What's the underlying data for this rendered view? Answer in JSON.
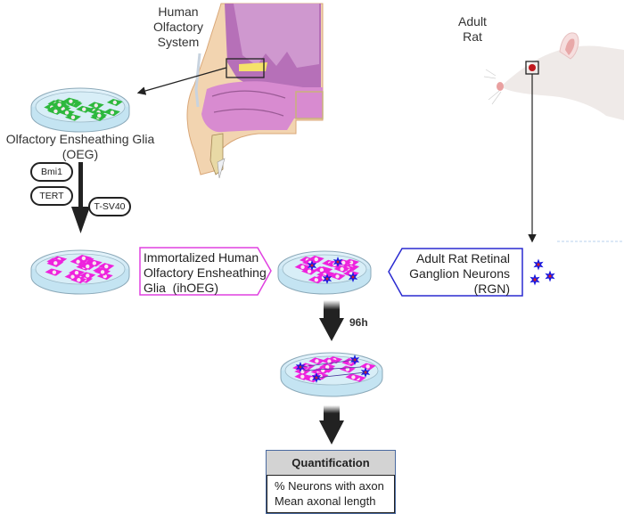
{
  "title_human": [
    "Human",
    "Olfactory",
    "System"
  ],
  "title_rat": [
    "Adult",
    "Rat"
  ],
  "oeg_label": [
    "Olfactory Ensheathing Glia",
    "(OEG)"
  ],
  "factors": [
    "Bmi1",
    "TERT",
    "T-SV40"
  ],
  "ihoeg_label": [
    "Immortalized Human",
    "Olfactory Ensheathing",
    "Glia  (ihOEG)"
  ],
  "rgn_label": [
    "Adult Rat Retinal",
    "Ganglion Neurons",
    "(RGN)"
  ],
  "time_label": "96h",
  "quantification": {
    "header": "Quantification",
    "items": [
      "% Neurons with axon",
      "Mean axonal length"
    ]
  },
  "colors": {
    "oeg_cells": "#2db83d",
    "ihoeg_cells": "#ee22dd",
    "neurons": "#1a1adf",
    "ihoeg_border": "#e040e0",
    "rgn_border": "#2a2ad0",
    "nasal_tissue": "#c879c0"
  }
}
